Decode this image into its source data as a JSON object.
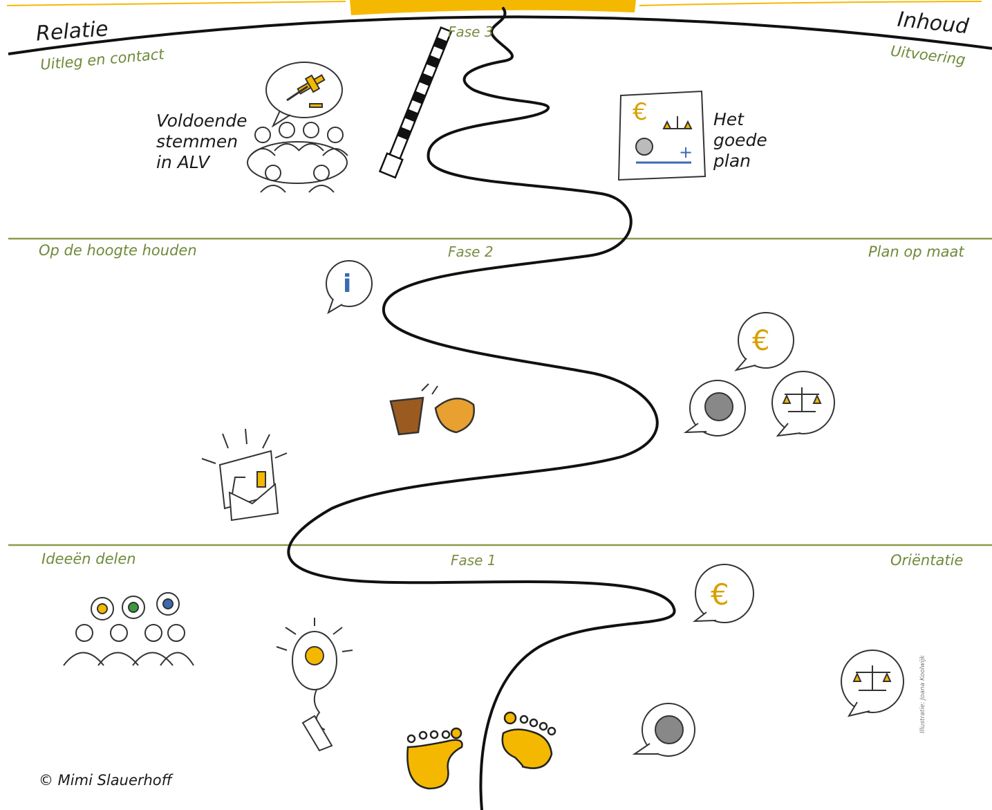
{
  "header": {
    "left_title": "Relatie",
    "right_title": "Inhoud"
  },
  "phases": {
    "fase3": {
      "label": "Fase 3",
      "left": "Uitleg en contact",
      "right": "Uitvoering",
      "left_note": "Voldoende\nstemmen\nin ALV",
      "right_note": "Het\ngoede\nplan"
    },
    "fase2": {
      "label": "Fase 2",
      "left": "Op de hoogte houden",
      "right": "Plan op maat"
    },
    "fase1": {
      "label": "Fase 1",
      "left": "Ideeën delen",
      "right": "Oriëntatie"
    }
  },
  "footer": {
    "copyright": "© Mimi Slauerhoff",
    "illustrator": "Illustratie: Joana Koolwijk"
  },
  "icons": {
    "euro": "€",
    "info": "i",
    "plus": "+"
  },
  "colors": {
    "accent_yellow": "#f5b800",
    "line_green": "#8a9a4a",
    "text_green": "#6e8a3a",
    "road_black": "#111111",
    "icon_blue": "#3a6ab0"
  }
}
